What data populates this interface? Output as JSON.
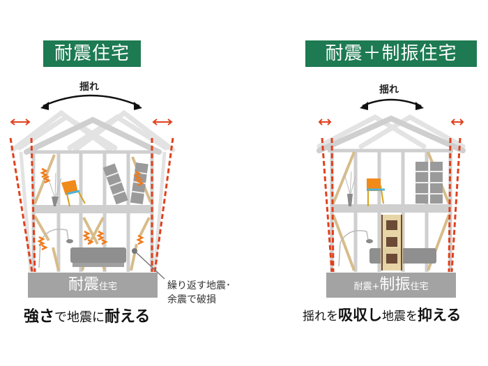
{
  "left": {
    "title": "耐震住宅",
    "sway_label": "揺れ",
    "base_label_big": "耐震",
    "base_label_small": "住宅",
    "note_line1": "繰り返す地震･",
    "note_line2": "余震で破損",
    "caption_parts": [
      {
        "text": "強さ",
        "bold": true
      },
      {
        "text": "で地震に",
        "bold": false
      },
      {
        "text": "耐える",
        "bold": true
      }
    ]
  },
  "right": {
    "title": "耐震＋制振住宅",
    "sway_label": "揺れ",
    "base_label_small1": "耐震+",
    "base_label_big": "制振",
    "base_label_small2": "住宅",
    "caption_parts": [
      {
        "text": "揺れを",
        "bold": false
      },
      {
        "text": "吸収し",
        "bold": true
      },
      {
        "text": "地震を",
        "bold": false
      },
      {
        "text": "抑える",
        "bold": true
      }
    ]
  },
  "colors": {
    "title_bg": "#1d7a52",
    "frame_gray": "#c9c9c9",
    "brace_tan": "#d7bc8a",
    "dash_red": "#e0401c",
    "damage_orange": "#f07a1a",
    "base_gray": "#a3a3a3",
    "damper_tan": "#e6d3a3",
    "damper_brown": "#6b4a36"
  }
}
